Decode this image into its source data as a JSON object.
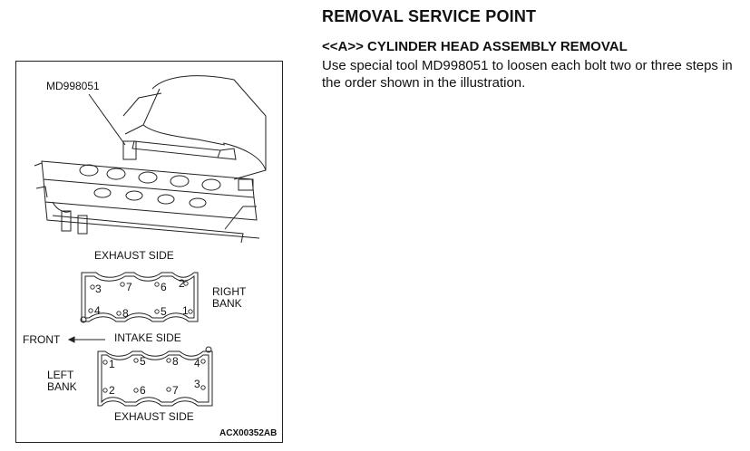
{
  "doc": {
    "title": "REMOVAL SERVICE POINT",
    "subtitle": "<<A>> CYLINDER HEAD ASSEMBLY REMOVAL",
    "body": "Use special tool MD998051 to loosen each bolt two or three steps in the order shown in the illustration."
  },
  "figure": {
    "tool_label": "MD998051",
    "exhaust_side_top": "EXHAUST SIDE",
    "right_bank_line1": "RIGHT",
    "right_bank_line2": "BANK",
    "front_label": "FRONT",
    "intake_side": "INTAKE SIDE",
    "left_bank_line1": "LEFT",
    "left_bank_line2": "BANK",
    "exhaust_side_bottom": "EXHAUST SIDE",
    "figure_code": "ACX00352AB",
    "right_bank_bolts": [
      "3",
      "7",
      "6",
      "2",
      "4",
      "8",
      "5",
      "1"
    ],
    "left_bank_bolts": [
      "1",
      "5",
      "8",
      "4",
      "2",
      "6",
      "7",
      "3"
    ]
  }
}
